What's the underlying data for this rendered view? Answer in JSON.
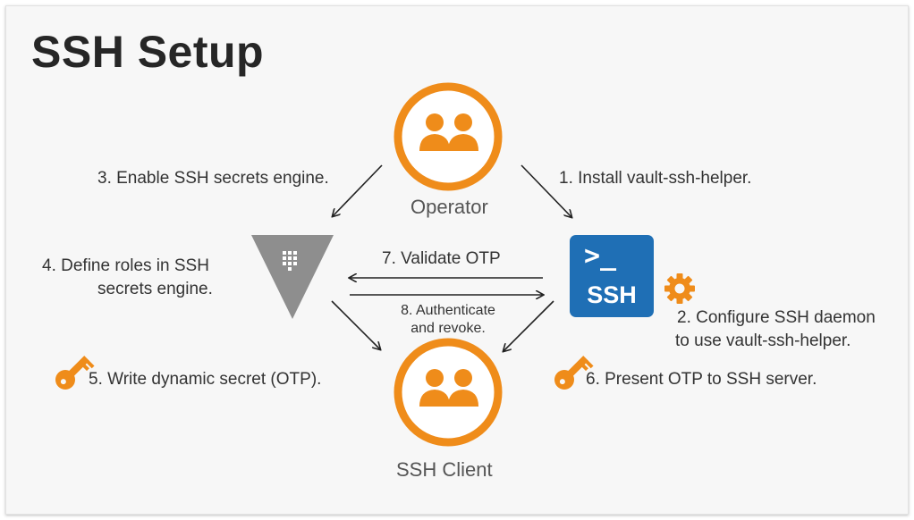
{
  "title": "SSH Setup",
  "nodes": {
    "operator": "Operator",
    "ssh_client": "SSH Client",
    "ssh_server": "SSH",
    "ssh_prompt": ">_"
  },
  "steps": {
    "s1": "1. Install vault-ssh-helper.",
    "s2_line1": "2. Configure SSH daemon",
    "s2_line2": "to use vault-ssh-helper.",
    "s3": "3. Enable SSH secrets engine.",
    "s4_line1": "4. Define roles in SSH",
    "s4_line2": "secrets engine.",
    "s5": "5. Write dynamic secret (OTP).",
    "s6": "6. Present OTP to SSH server.",
    "s7": "7. Validate OTP",
    "s8_line1": "8. Authenticate",
    "s8_line2": "and revoke."
  },
  "colors": {
    "orange": "#ef8c1a",
    "vault_gray": "#8e8e8e",
    "ssh_blue": "#1f6fb5",
    "arrow": "#222222"
  },
  "icons": [
    "users-icon",
    "vault-icon",
    "terminal-icon",
    "gear-icon",
    "key-icon"
  ]
}
